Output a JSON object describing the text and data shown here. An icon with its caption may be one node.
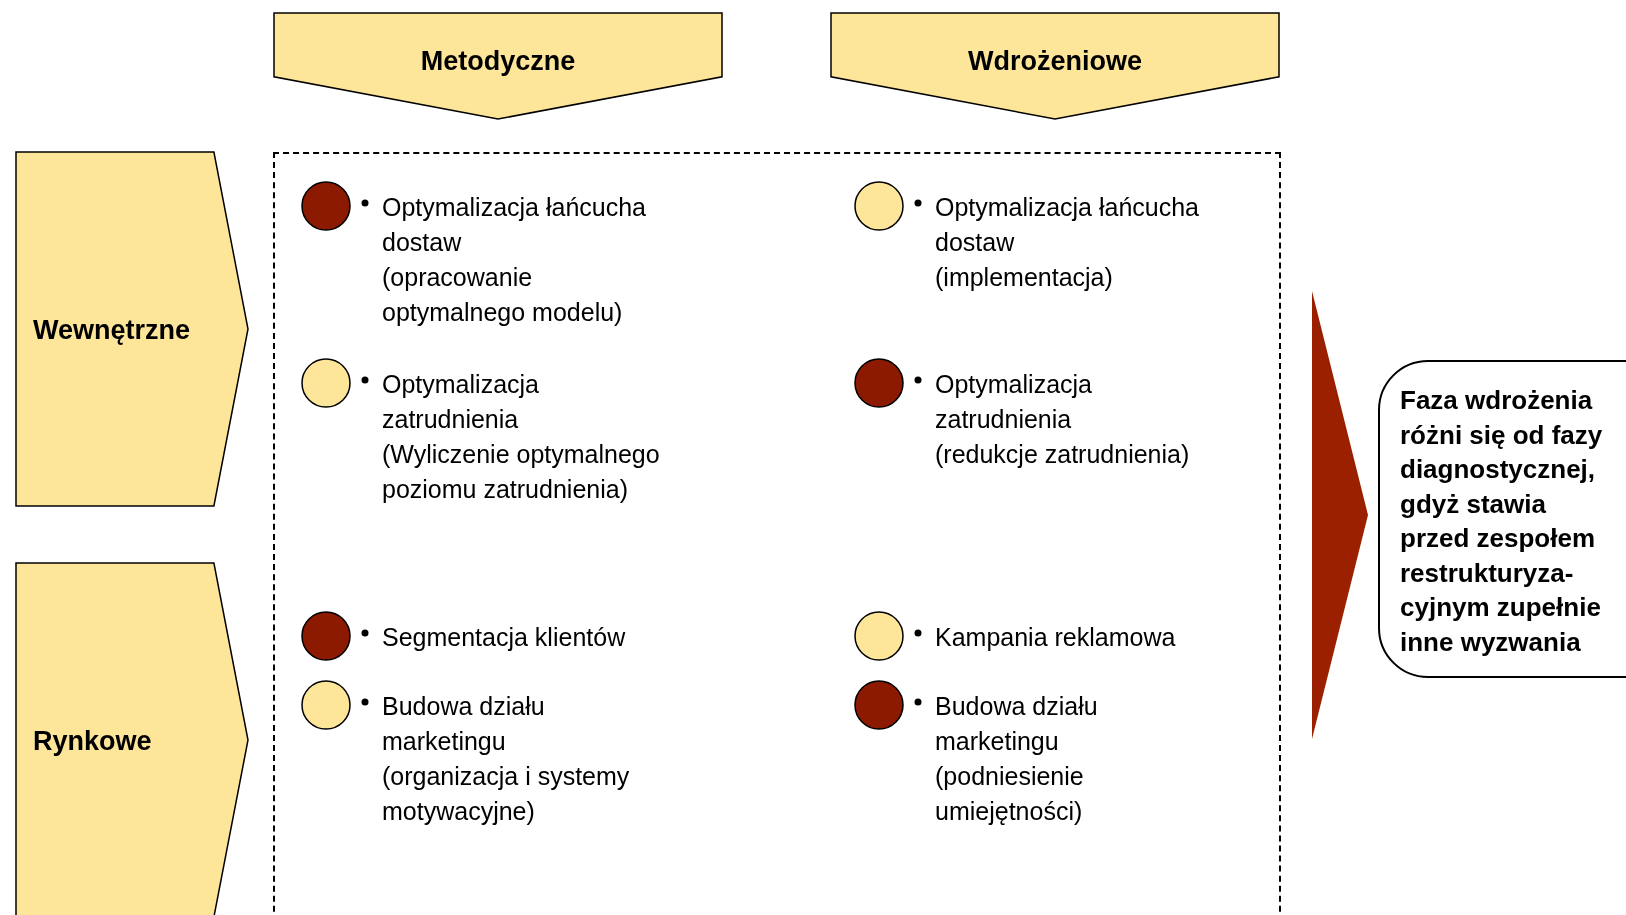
{
  "diagram": {
    "nodes": [
      {
        "text": [
          "Metodyczne"
        ]
      },
      {
        "text": [
          "Wdrożeniowe"
        ]
      },
      {
        "text": [
          "Wewnętrzne"
        ]
      },
      {
        "text": [
          "Rynkowe"
        ]
      },
      {
        "text": [],
        "shape": "box"
      },
      {
        "text": [],
        "shape": "disc",
        "in": 4
      },
      {
        "text": [
          "Optymalizacja łańcucha dostaw",
          "(opracowanie optymalnego modelu)"
        ],
        "in": 4
      },
      {
        "text": [],
        "shape": "circle",
        "in": 4
      },
      {
        "text": [
          "Optymalizacja łańcucha dostaw",
          "(implementacja)"
        ],
        "in": 4
      },
      {
        "text": [],
        "shape": "circle",
        "in": 4
      },
      {
        "text": [
          "Optymalizacja zatrudnienia",
          "(Wyliczenie optymalnego poziomu zatrudnienia)"
        ],
        "in": 4
      },
      {
        "text": [],
        "shape": "disc",
        "in": 4
      },
      {
        "text": [
          "Optymalizacja zatrudnienia",
          "(redukcje zatrudnienia)"
        ],
        "in": 4
      },
      {
        "text": [],
        "shape": "disc",
        "in": 4
      },
      {
        "text": [
          "Segmentacja klientów"
        ],
        "in": 4
      },
      {
        "text": [],
        "shape": "circle",
        "in": 4
      },
      {
        "text": [
          "Kampania reklamowa"
        ],
        "in": 4
      },
      {
        "text": [],
        "shape": "circle",
        "in": 4
      },
      {
        "text": [
          "Budowa działu marketingu",
          "(organizacja i systemy motywacyjne)"
        ],
        "in": 4
      },
      {
        "text": [],
        "shape": "disc",
        "in": 4
      },
      {
        "text": [
          "Budowa działu marketingu",
          "(podniesienie umiejętności)"
        ],
        "in": 4
      },
      {
        "text": [
          "Faza wdrożenia różni się od fazy diagnostycznej, gdyż stawia przed zespołem restrukturyza-cyjnym zupełnie inne wyzwania"
        ]
      }
    ],
    "edges": [
      {
        "from": 4,
        "to": 21,
        "arrow": "to",
        "style": "thick"
      }
    ]
  }
}
